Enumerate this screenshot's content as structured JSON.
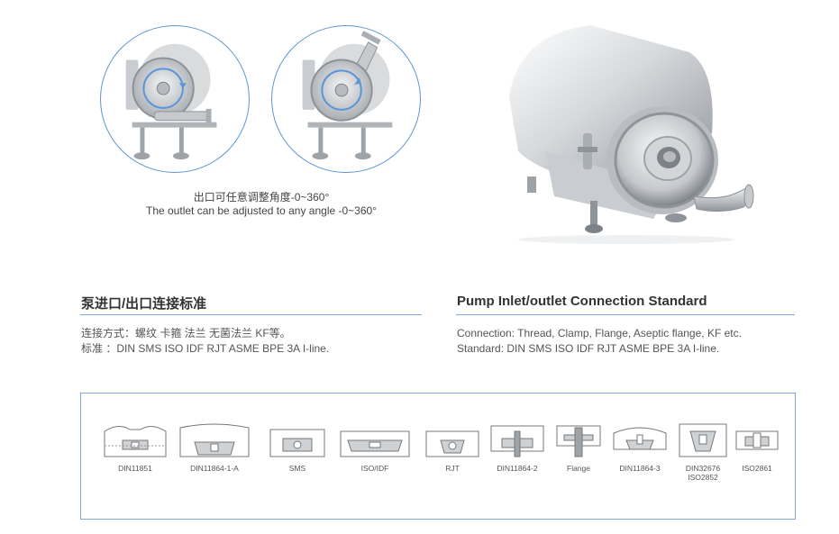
{
  "caption": {
    "cn": "出口可任意调整角度-0~360°",
    "en": "The outlet can be adjusted to any angle -0~360°"
  },
  "sections": {
    "cn": {
      "title": "泵进口/出口连接标准",
      "line1": "连接方式：螺纹 卡箍 法兰 无菌法兰 KF等。",
      "line2": "标准 ：DIN SMS ISO IDF RJT ASME BPE 3A  I-line."
    },
    "en": {
      "title": "Pump Inlet/outlet Connection Standard",
      "line1": "Connection: Thread, Clamp, Flange, Aseptic flange, KF etc.",
      "line2": "Standard: DIN SMS ISO IDF RJT ASME BPE 3A I-line."
    }
  },
  "standards": [
    {
      "label": "DIN11851"
    },
    {
      "label": "DIN11864-1-A"
    },
    {
      "label": "SMS"
    },
    {
      "label": "ISO/IDF"
    },
    {
      "label": "RJT"
    },
    {
      "label": "DIN11864-2"
    },
    {
      "label": "Flange"
    },
    {
      "label": "DIN11864-3"
    },
    {
      "label": "DIN32676\nISO2852"
    },
    {
      "label": "ISO2861"
    }
  ],
  "colors": {
    "accent_blue": "#5b95d6",
    "box_border": "#7fa6d6",
    "steel_light": "#e4e6e8",
    "steel_dark": "#9ea3a8"
  }
}
